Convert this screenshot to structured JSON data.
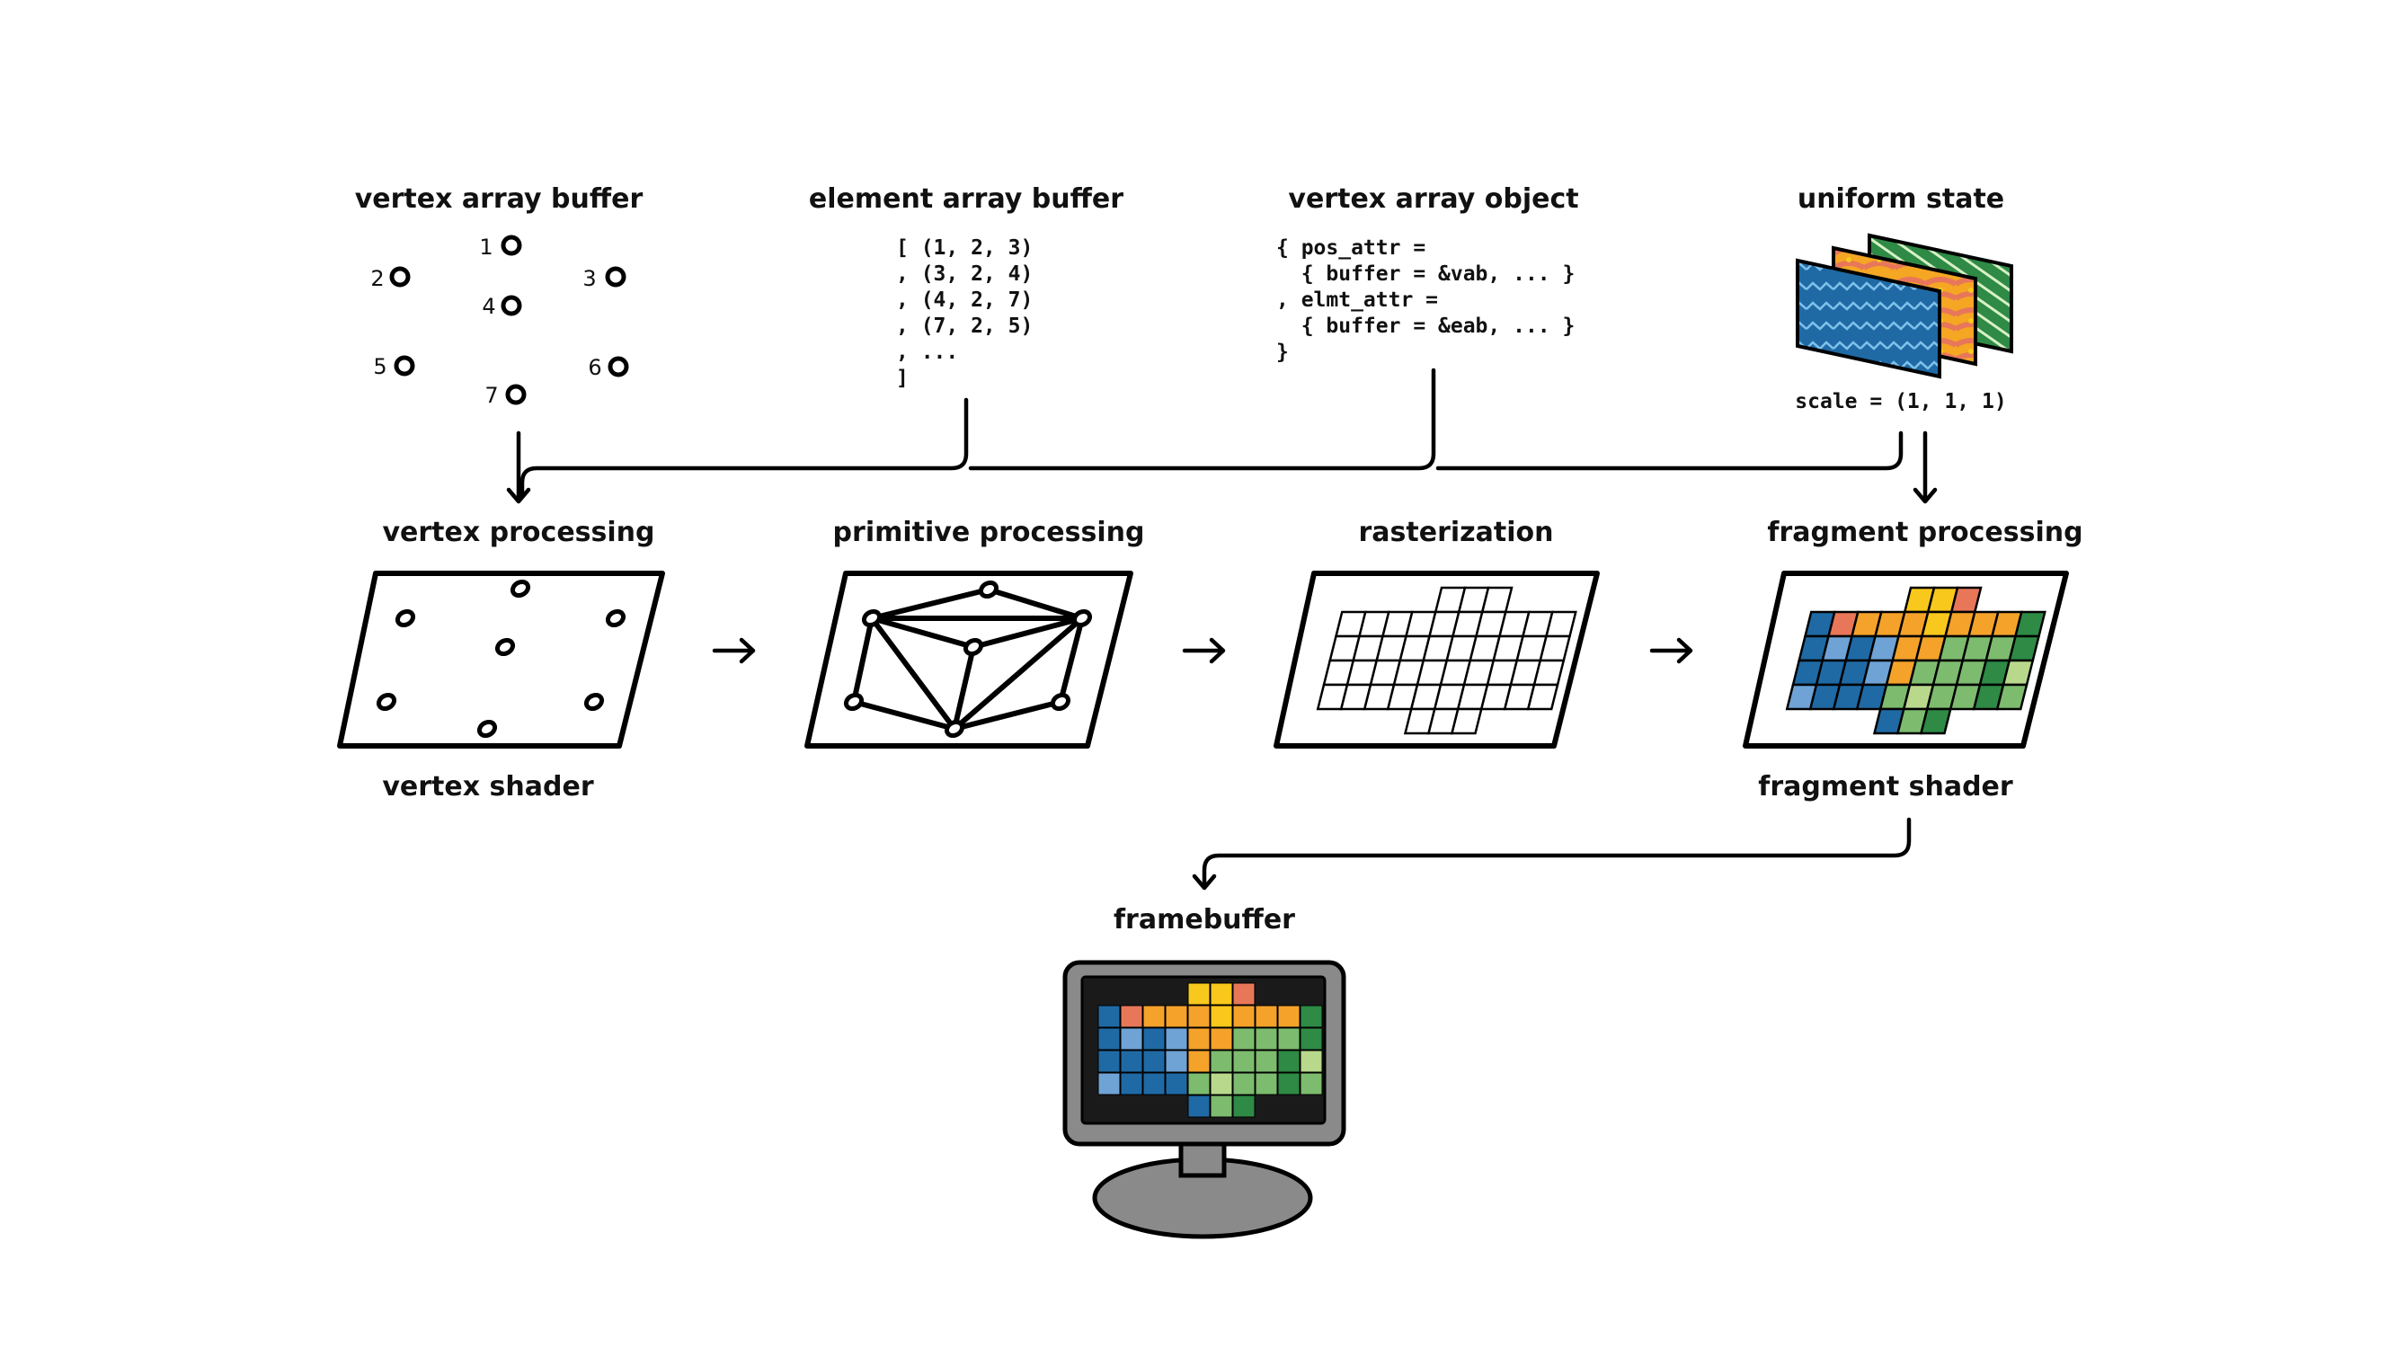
{
  "sections": {
    "vertex_array_buffer": "vertex array buffer",
    "element_array_buffer": "element array buffer",
    "vertex_array_object": "vertex array object",
    "uniform_state": "uniform state"
  },
  "vertex_numbers": [
    "1",
    "2",
    "3",
    "4",
    "5",
    "6",
    "7"
  ],
  "element_buffer_lines": [
    "[ (1, 2, 3)",
    ", (3, 2, 4)",
    ", (4, 2, 7)",
    ", (7, 2, 5)",
    ", ...",
    "]"
  ],
  "vao_lines": [
    "{ pos_attr =",
    "  { buffer = &vab, ... }",
    ", elmt_attr =",
    "  { buffer = &eab, ... }",
    "}"
  ],
  "uniform_scale": "scale = (1, 1, 1)",
  "stages": {
    "vertex_processing": "vertex processing",
    "primitive_processing": "primitive processing",
    "rasterization": "rasterization",
    "fragment_processing": "fragment processing"
  },
  "shaders": {
    "vertex_shader": "vertex shader",
    "fragment_shader": "fragment shader"
  },
  "framebuffer": "framebuffer",
  "flow_arrow_glyph": "→",
  "colors": {
    "blue_dark": "#1f6aa5",
    "blue_light": "#6fa3d6",
    "orange": "#f4a22a",
    "salmon": "#e8775a",
    "yellow": "#f8c81c",
    "green_dark": "#2e8a45",
    "green_mid": "#7dbb6e",
    "green_light": "#b8d98c",
    "monitor_gray": "#8a8a8a",
    "screen_black": "#1a1a1a"
  }
}
